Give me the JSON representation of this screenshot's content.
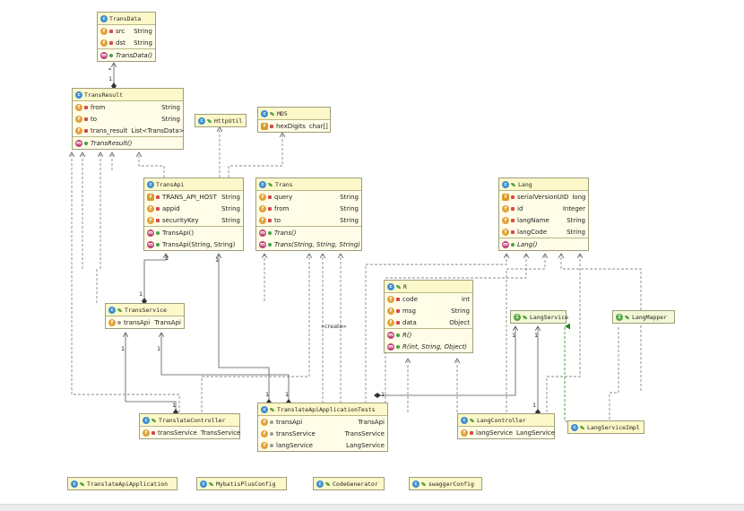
{
  "classes": {
    "TransData": {
      "name": "TransData",
      "fields": [
        {
          "name": "src",
          "type": "String"
        },
        {
          "name": "dst",
          "type": "String"
        }
      ],
      "methods": [
        {
          "name": "TransData()",
          "type": ""
        }
      ]
    },
    "TransResult": {
      "name": "TransResult",
      "fields": [
        {
          "name": "from",
          "type": "String"
        },
        {
          "name": "to",
          "type": "String"
        },
        {
          "name": "trans_result",
          "type": "List<TransData>"
        }
      ],
      "methods": [
        {
          "name": "TransResult()",
          "type": ""
        }
      ]
    },
    "HttpUtil": {
      "name": "HttpUtil"
    },
    "MD5": {
      "name": "MD5",
      "fields": [
        {
          "name": "hexDigits",
          "type": "char[]"
        }
      ]
    },
    "TransApi": {
      "name": "TransApi",
      "fields": [
        {
          "name": "TRANS_API_HOST",
          "type": "String"
        },
        {
          "name": "appid",
          "type": "String"
        },
        {
          "name": "securityKey",
          "type": "String"
        }
      ],
      "methods": [
        {
          "name": "TransApi()",
          "type": ""
        },
        {
          "name": "TransApi(String, String)",
          "type": ""
        }
      ]
    },
    "Trans": {
      "name": "Trans",
      "fields": [
        {
          "name": "query",
          "type": "String"
        },
        {
          "name": "from",
          "type": "String"
        },
        {
          "name": "to",
          "type": "String"
        }
      ],
      "methods": [
        {
          "name": "Trans()",
          "type": ""
        },
        {
          "name": "Trans(String, String, String)",
          "type": ""
        }
      ]
    },
    "Lang": {
      "name": "Lang",
      "fields": [
        {
          "name": "serialVersionUID",
          "type": "long"
        },
        {
          "name": "id",
          "type": "Integer"
        },
        {
          "name": "langName",
          "type": "String"
        },
        {
          "name": "langCode",
          "type": "String"
        }
      ],
      "methods": [
        {
          "name": "Lang()",
          "type": ""
        }
      ]
    },
    "R": {
      "name": "R",
      "fields": [
        {
          "name": "code",
          "type": "int"
        },
        {
          "name": "msg",
          "type": "String"
        },
        {
          "name": "data",
          "type": "Object"
        }
      ],
      "methods": [
        {
          "name": "R()",
          "type": ""
        },
        {
          "name": "R(int, String, Object)",
          "type": ""
        }
      ]
    },
    "TransService": {
      "name": "TransService",
      "fields": [
        {
          "name": "transApi",
          "type": "TransApi"
        }
      ]
    },
    "LangService": {
      "name": "LangService"
    },
    "LangMapper": {
      "name": "LangMapper"
    },
    "TranslateController": {
      "name": "TranslateController",
      "fields": [
        {
          "name": "transService",
          "type": "TransService"
        }
      ]
    },
    "TranslateApiApplicationTests": {
      "name": "TranslateApiApplicationTests",
      "fields": [
        {
          "name": "transApi",
          "type": "TransApi"
        },
        {
          "name": "transService",
          "type": "TransService"
        },
        {
          "name": "langService",
          "type": "LangService"
        }
      ]
    },
    "LangController": {
      "name": "LangController",
      "fields": [
        {
          "name": "langService",
          "type": "LangService"
        }
      ]
    },
    "LangServiceImpl": {
      "name": "LangServiceImpl"
    },
    "TranslateApiApplication": {
      "name": "TranslateApiApplication"
    },
    "MybatisPlusConfig": {
      "name": "MybatisPlusConfig"
    },
    "CodeGenerator": {
      "name": "CodeGenerator"
    },
    "swaggerConfig": {
      "name": "swaggerConfig"
    }
  },
  "labels": {
    "create": "«create»",
    "one": "1",
    "many": "*"
  }
}
